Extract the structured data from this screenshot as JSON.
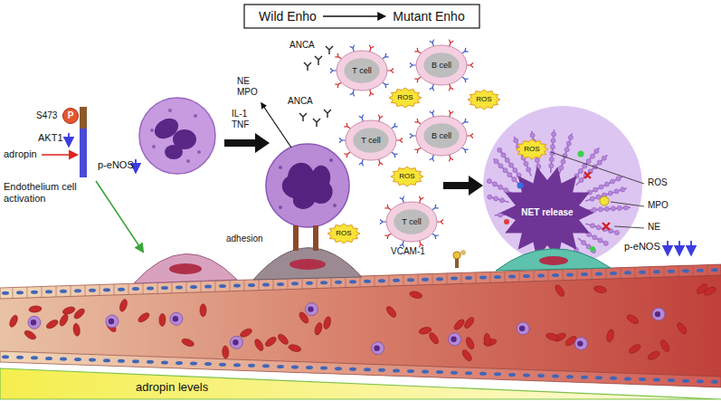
{
  "diagram": {
    "nodes": [
      {
        "text": [
          "Wild Enho"
        ]
      },
      {
        "text": [
          "Mutant Enho"
        ]
      },
      {
        "text": [
          "P"
        ]
      },
      {
        "text": [
          "ROS"
        ]
      },
      {
        "text": [
          "T cell"
        ]
      },
      {
        "text": [
          "B cell"
        ]
      },
      {
        "text": [
          "ROS"
        ]
      },
      {
        "text": [
          "ROS"
        ]
      },
      {
        "text": [
          "T cell"
        ]
      },
      {
        "text": [
          "B cell"
        ]
      },
      {
        "text": [
          "ROS"
        ]
      },
      {
        "text": [
          "T cell"
        ]
      },
      {
        "text": [
          "ROS"
        ]
      }
    ],
    "edges": [
      {
        "from": 0,
        "to": 1,
        "arrow": "to"
      }
    ],
    "labels": [
      "S473",
      "AKT1",
      "adropin",
      "p-eNOS",
      "Endothelium cell activation",
      "NE MPO",
      "IL-1 TNF",
      "adhesion",
      "ANCA",
      "ANCA",
      "VCAM-1",
      "NET release",
      "ROS",
      "MPO",
      "NE",
      "p-eNOS",
      "adropin levels"
    ]
  }
}
